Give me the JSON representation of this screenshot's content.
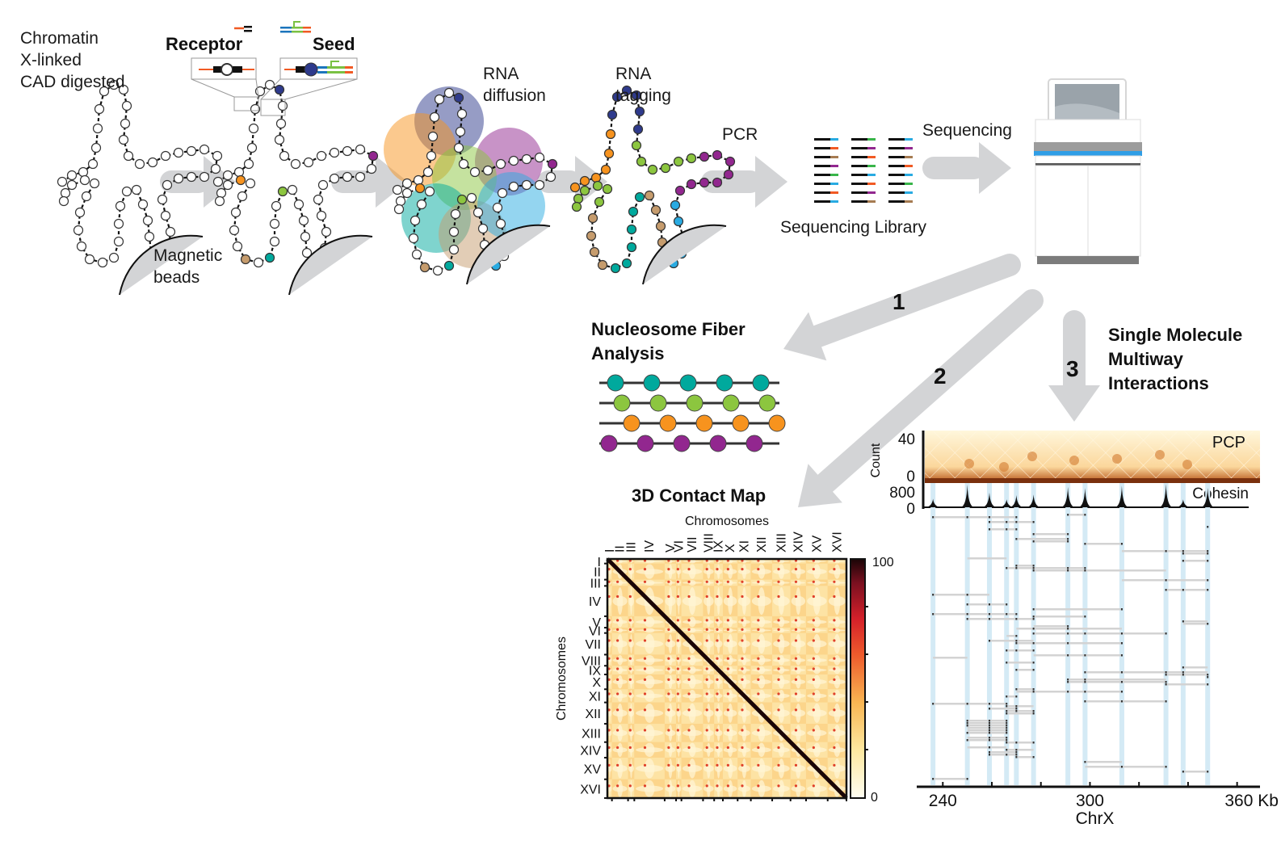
{
  "title": "Chromatin RNA-tagging workflow and analyses",
  "steps": {
    "step1": {
      "label": "Chromatin\nX-linked\nCAD digested"
    },
    "step2": {
      "receptor_label": "Receptor",
      "seed_label": "Seed"
    },
    "step3": {
      "label": "RNA\ndiffusion"
    },
    "step4": {
      "label": "RNA\ntagging"
    },
    "pcr": {
      "label": "PCR"
    },
    "library": {
      "label": "Sequencing Library"
    },
    "sequencing": {
      "label": "Sequencing"
    },
    "beads": {
      "label": "Magnetic\nbeads"
    }
  },
  "colors": {
    "arrow": "#d3d4d6",
    "navy": "#2e3a8c",
    "orange": "#f7931e",
    "green": "#8cc63f",
    "purple": "#92278f",
    "cyan": "#29abe2",
    "tan": "#c69c6d",
    "teal": "#00a99d",
    "red_orange": "#f15a24",
    "blue": "#1c75bc",
    "brown": "#a67c52",
    "lib_green": "#39b54a"
  },
  "library_tags": [
    [
      "cyan",
      "red_orange",
      "brown",
      "purple",
      "lib_green",
      "cyan",
      "red_orange",
      "cyan"
    ],
    [
      "lib_green",
      "purple",
      "red_orange",
      "lib_green",
      "cyan",
      "red_orange",
      "purple",
      "brown"
    ],
    [
      "cyan",
      "purple",
      "brown",
      "red_orange",
      "cyan",
      "lib_green",
      "cyan",
      "brown"
    ]
  ],
  "branches": {
    "b1": {
      "number": "1",
      "title": "Nucleosome Fiber\nAnalysis"
    },
    "b2": {
      "number": "2",
      "title": "3D Contact Map"
    },
    "b3": {
      "number": "3",
      "title": "Single Molecule\nMultiway\nInteractions"
    }
  },
  "fiber_rows": [
    "teal",
    "green",
    "orange",
    "purple"
  ],
  "chart_data": [
    {
      "type": "heatmap",
      "title": "3D Contact Map",
      "xlabel": "Chromosomes",
      "ylabel": "Chromosomes",
      "categories": [
        "I",
        "II",
        "III",
        "IV",
        "V",
        "VI",
        "VII",
        "VIII",
        "IX",
        "X",
        "XI",
        "XII",
        "XIII",
        "XIV",
        "XV",
        "XVI"
      ],
      "relative_sizes": [
        230,
        813,
        316,
        1531,
        576,
        270,
        1090,
        562,
        439,
        745,
        666,
        1078,
        924,
        784,
        1091,
        948
      ],
      "colorbar": {
        "min": 0,
        "max": 100,
        "min_label": "0",
        "max_label": "100",
        "colormap": "white-yellow-orange-red-black"
      },
      "description": "Strong diagonal, weaker inter-chromosomal contacts with centromere foci"
    },
    {
      "type": "heatmap",
      "title": "PCP",
      "ylabel": "Count",
      "yticks": [
        "40",
        "0"
      ],
      "ylim": [
        0,
        40
      ],
      "xlim": [
        230,
        370
      ]
    },
    {
      "type": "area",
      "title": "Cohesin",
      "yticks": [
        "800",
        "0"
      ],
      "ylim": [
        0,
        800
      ],
      "peaks_kb": [
        236,
        250,
        259,
        266,
        270,
        277,
        291,
        298,
        313,
        331,
        338,
        348
      ],
      "peak_heights": [
        300,
        800,
        520,
        280,
        430,
        450,
        720,
        680,
        760,
        820,
        280,
        690
      ]
    },
    {
      "type": "table",
      "title": "Single molecule multiway interactions",
      "xlabel": "ChrX",
      "xticks": [
        "240",
        "300",
        "360 Kb"
      ],
      "xlim": [
        232,
        370
      ],
      "anchors_kb": [
        236,
        250,
        259,
        266,
        270,
        277,
        291,
        298,
        313,
        331,
        338,
        348
      ]
    }
  ]
}
